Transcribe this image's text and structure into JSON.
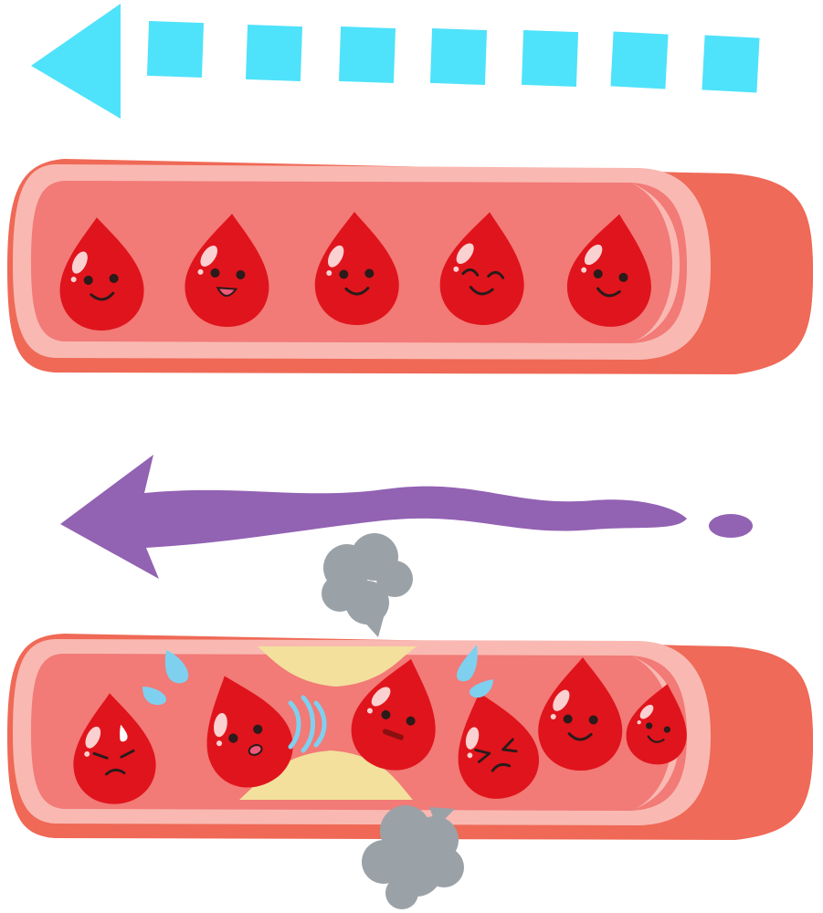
{
  "colors": {
    "background": "#ffffff",
    "dashed_arrow": "#4fe2fb",
    "wavy_arrow": "#9262b3",
    "vessel_inner": "#f27a77",
    "vessel_wall": "#f9b9b2",
    "vessel_outer": "#ef6956",
    "vessel_end_cap": "#ef6a58",
    "blood_cell": "#e0141c",
    "blood_cell_shine": "#fbd0d0",
    "plaque": "#f3e09c",
    "smoke": "#9aa2a8",
    "sweat": "#7fd0ef",
    "face": "#2b1b1b",
    "blush": "#f05a7a"
  },
  "top_panel": {
    "state": "normal-flow",
    "arrow": "dashed-left-arrow-icon",
    "cells": [
      {
        "expression": "smile"
      },
      {
        "expression": "open-mouth"
      },
      {
        "expression": "smile"
      },
      {
        "expression": "happy-closed-eyes"
      },
      {
        "expression": "smile"
      }
    ]
  },
  "bottom_panel": {
    "state": "narrowed-by-plaque",
    "arrow": "wavy-left-arrow-icon",
    "cells": [
      {
        "expression": "worried"
      },
      {
        "expression": "surprised"
      },
      {
        "expression": "strained"
      },
      {
        "expression": "angry"
      },
      {
        "expression": "smile"
      },
      {
        "expression": "smile"
      }
    ],
    "icons": [
      "smoke-cloud-icon",
      "sweat-drop-icon",
      "motion-lines-icon",
      "plaque-deposit"
    ]
  }
}
